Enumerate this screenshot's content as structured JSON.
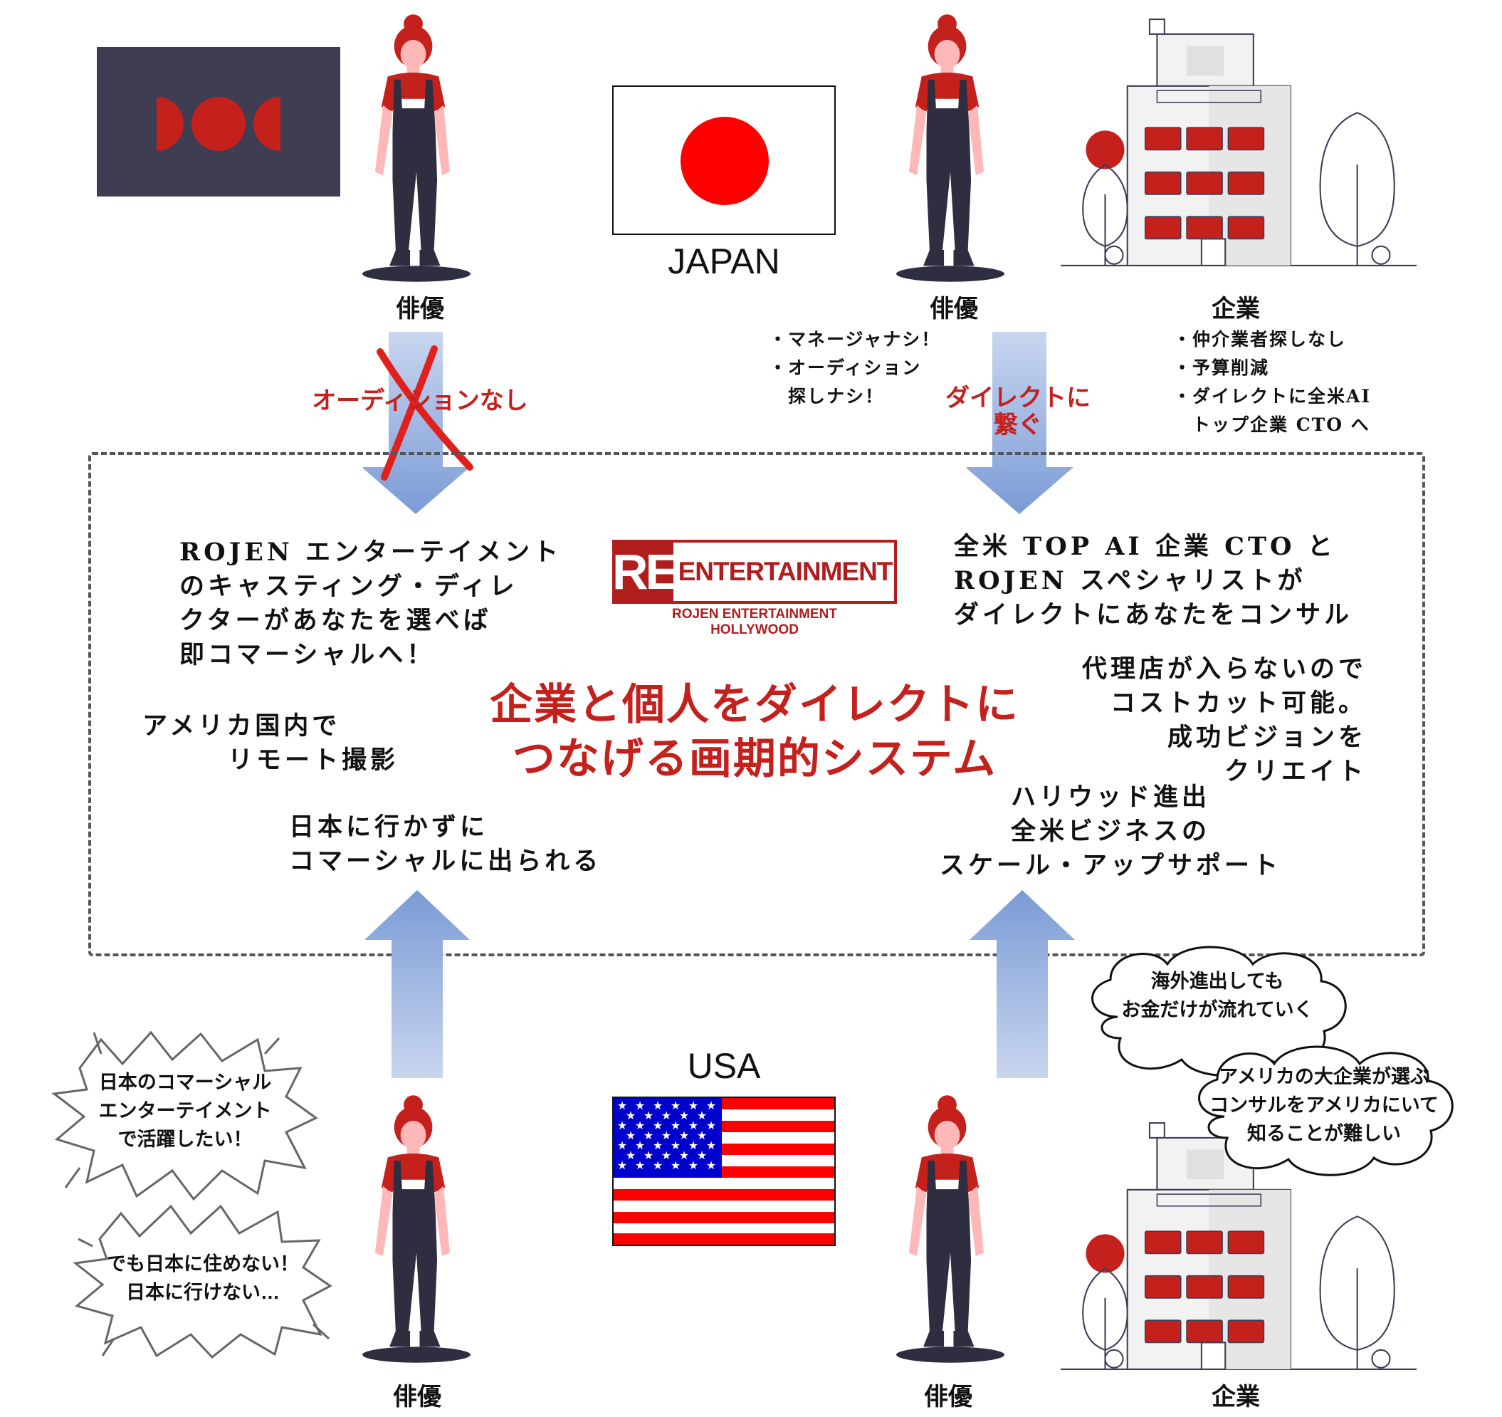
{
  "colors": {
    "accent_red": "#c4201c",
    "arrow_blue": "#7f9fd8",
    "figure_dark": "#2f2e41",
    "flag_red": "#ff0000"
  },
  "top": {
    "actor_left_label": "俳優",
    "japan_flag_label": "JAPAN",
    "actor_right_label": "俳優",
    "company_label": "企業",
    "actor_right_bullets": "・マネージャナシ！\n・オーディション\n　探しナシ！",
    "company_bullets": "・仲介業者探しなし\n・予算削減\n・ダイレクトに全米AI\n　トップ企業 CTO へ",
    "left_arrow_note": "オーディションなし",
    "right_arrow_note": "ダイレクトに\n繋ぐ"
  },
  "center": {
    "logo": {
      "mark": "RE",
      "word": "ENTERTAINMENT",
      "sub1": "ROJEN ENTERTAINMENT",
      "sub2": "HOLLYWOOD"
    },
    "headline": "企業と個人をダイレクトに\nつなげる画期的システム",
    "left_block_1": "ROJEN エンターテイメント\nのキャスティング・ディレ\nクターがあなたを選べば\n即コマーシャルへ！",
    "left_block_2": "アメリカ国内で\n　　　リモート撮影",
    "left_block_3": "日本に行かずに\nコマーシャルに出られる",
    "right_block_1": "全米 TOP AI 企業 CTO と\nROJEN スペシャリストが\nダイレクトにあなたをコンサル",
    "right_block_2": "代理店が入らないので\nコストカット可能。\n成功ビジョンを\nクリエイト",
    "right_block_3": "ハリウッド進出\n全米ビジネスの\nスケール・アップサポート"
  },
  "bottom": {
    "usa_flag_label": "USA",
    "actor_left_label": "俳優",
    "actor_right_label": "俳優",
    "company_label": "企業",
    "bubble_left_1": "日本のコマーシャル\nエンターテイメント\nで活躍したい！",
    "bubble_left_2": "でも日本に住めない！\n日本に行けない…",
    "cloud_right_1": "海外進出しても\nお金だけが流れていく",
    "cloud_right_2": "アメリカの大企業が選ぶ\nコンサルをアメリカにいて\n知ることが難しい"
  }
}
